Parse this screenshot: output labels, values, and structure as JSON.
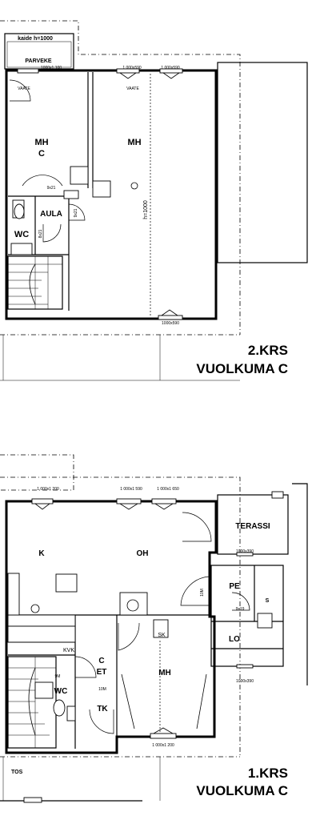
{
  "floor2": {
    "title_floor": "2.KRS",
    "title_name": "VUOLKUMA C",
    "rooms": {
      "mh_c_line1": "MH",
      "mh_c_line2": "C",
      "mh_main": "MH",
      "aula": "AULA",
      "wc": "WC",
      "parveke": "PARVEKE",
      "vaate": "VAATE"
    },
    "notes": {
      "kaide": "kaide h=1000",
      "w1": "1000x1 100",
      "w2": "1 000x590",
      "w3": "1 000x590",
      "w4": "1000x590",
      "vaate_note": "VAATE",
      "door1": "9x21",
      "door2": "9x21",
      "door3": "8x21",
      "height": "h=1000"
    }
  },
  "floor1": {
    "title_floor": "1.KRS",
    "title_name": "VUOLKUMA C",
    "rooms": {
      "k": "K",
      "oh": "OH",
      "terassi": "TERASSI",
      "pe": "PE",
      "lo": "LO",
      "c": "C",
      "et": "ET",
      "mh": "MH",
      "wc": "WC",
      "tk": "TK",
      "tos": "TOS"
    },
    "notes": {
      "w1": "1 000x1 200",
      "w2": "1 000x1 590",
      "w3": "1 000x1 650",
      "w4": "1000x390",
      "w5": "1000x390",
      "w6": "1 000x1 200",
      "pe_door": "9x19",
      "door10m": "10M",
      "door10m2": "10M",
      "door9m": "9M",
      "sk": "SK",
      "kvk": "KVK",
      "s": "S"
    }
  }
}
